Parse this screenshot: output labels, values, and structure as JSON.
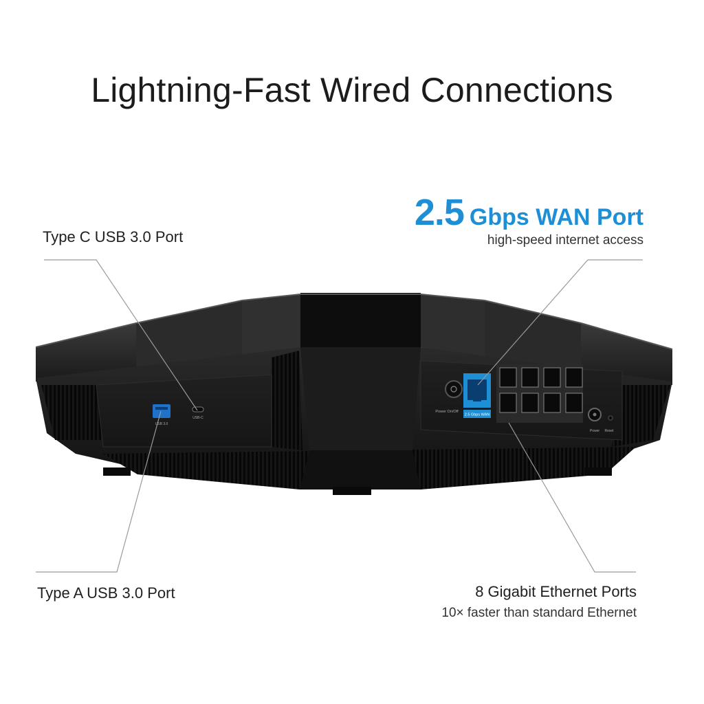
{
  "title": "Lightning-Fast Wired Connections",
  "callouts": {
    "type_c": {
      "label": "Type C USB 3.0 Port"
    },
    "type_a": {
      "label": "Type A USB 3.0 Port"
    },
    "wan": {
      "speed": "2.5",
      "unit": "Gbps WAN Port",
      "description": "high-speed internet access"
    },
    "ethernet": {
      "label": "8 Gigabit Ethernet Ports",
      "description": "10× faster than standard Ethernet"
    }
  },
  "device_labels": {
    "usb_a": "USB 3.0",
    "usb_c": "USB-C",
    "power_button": "Power On/Off",
    "wan_port": "2.5 Gbps WAN",
    "power_jack": "Power",
    "reset": "Reset"
  },
  "colors": {
    "accent_blue": "#1e8fd5",
    "router_body": "#1b1b1b",
    "leader_line": "#9a9a9a"
  }
}
